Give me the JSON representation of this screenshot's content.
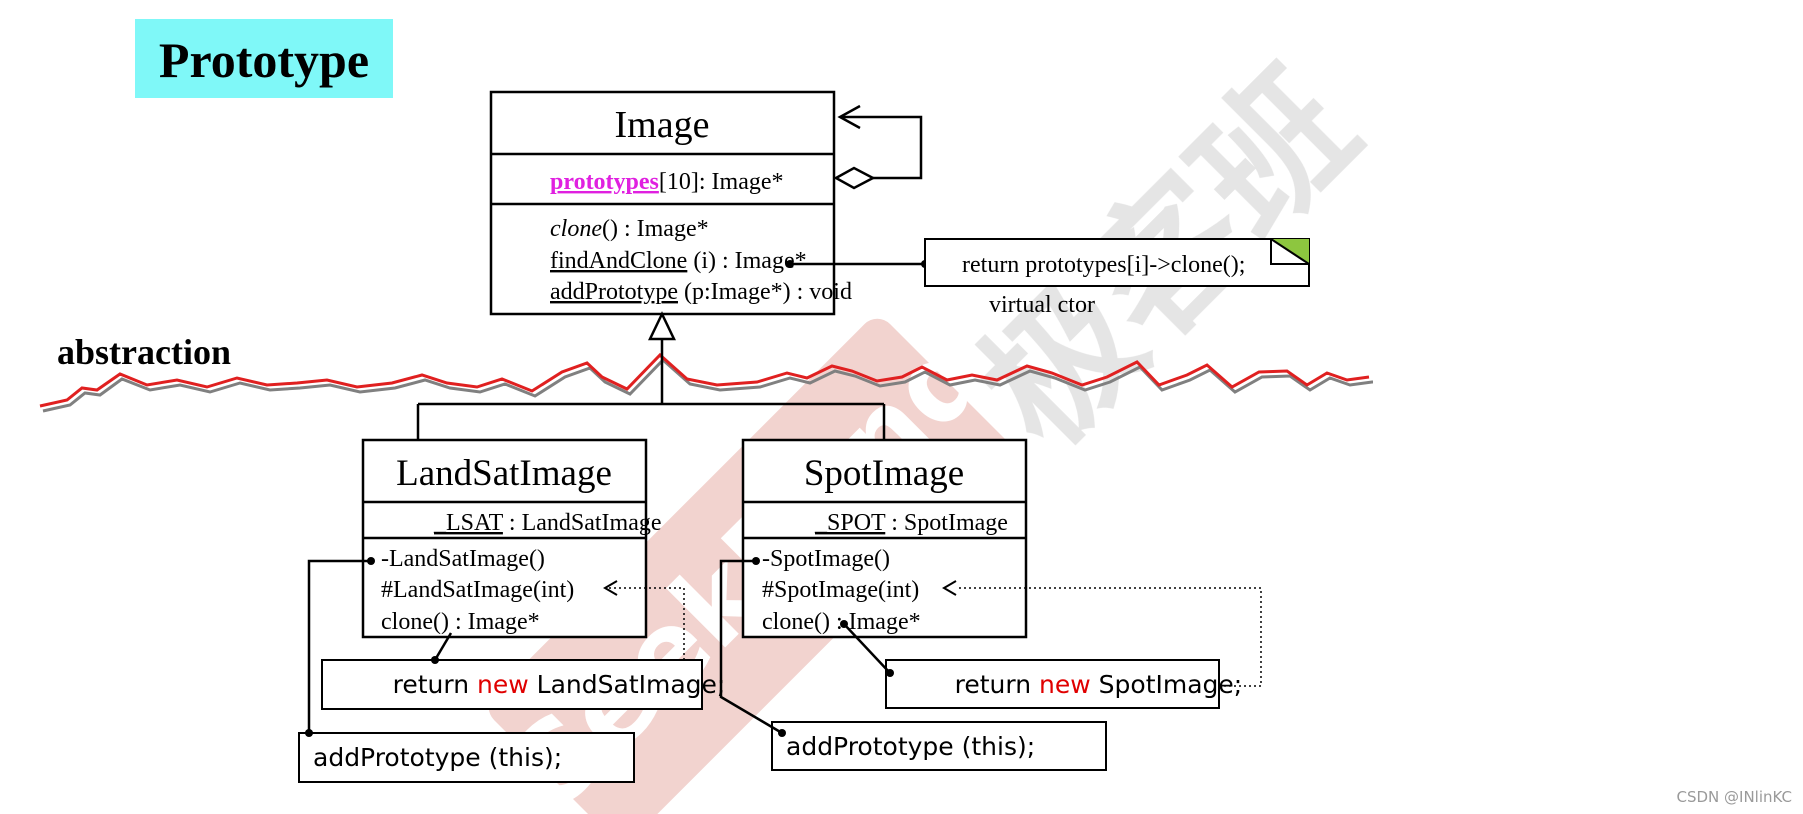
{
  "title": "Prototype",
  "abstraction_label": "abstraction",
  "image_class": {
    "name": "Image",
    "attribute": {
      "name": "prototypes",
      "rest": "[10]: Image*"
    },
    "methods": {
      "clone_name": "clone",
      "clone_rest": "() : Image*",
      "find_name": "findAndClone",
      "find_rest": " (i) : Image*",
      "add_name": "addPrototype",
      "add_rest": " (p:Image*) : void"
    }
  },
  "note": {
    "code": "return prototypes[i]->clone();",
    "caption": "virtual ctor"
  },
  "landsat": {
    "name": "LandSatImage",
    "attr_name": "_LSAT",
    "attr_rest": " : LandSatImage",
    "ctor_private": "-LandSatImage()",
    "ctor_protected": "#LandSatImage(int)",
    "clone": "clone() : Image*",
    "note_return": "return ",
    "note_new": "new",
    "note_class": " LandSatImage;",
    "note_add": "addPrototype (this);"
  },
  "spot": {
    "name": "SpotImage",
    "attr_name": "_SPOT",
    "attr_rest": " : SpotImage",
    "ctor_private": "-SpotImage()",
    "ctor_protected": "#SpotImage(int)",
    "clone": "clone() : Image*",
    "note_return": "return ",
    "note_new": "new",
    "note_class": " SpotImage;",
    "note_add": "addPrototype (this);"
  },
  "watermark": {
    "text": "极客班",
    "brand": "GeekBand"
  },
  "footer_credit": "CSDN @INlinKC",
  "colors": {
    "title_bg": "#7ff8f8",
    "attr_highlight": "#e020e0",
    "keyword_new": "#e00000",
    "wave_red": "#e02020",
    "wave_shadow": "#808080",
    "note_corner": "#8dc63f",
    "watermark_red": "#e8b0a8",
    "watermark_gray": "#d6d6d6"
  }
}
